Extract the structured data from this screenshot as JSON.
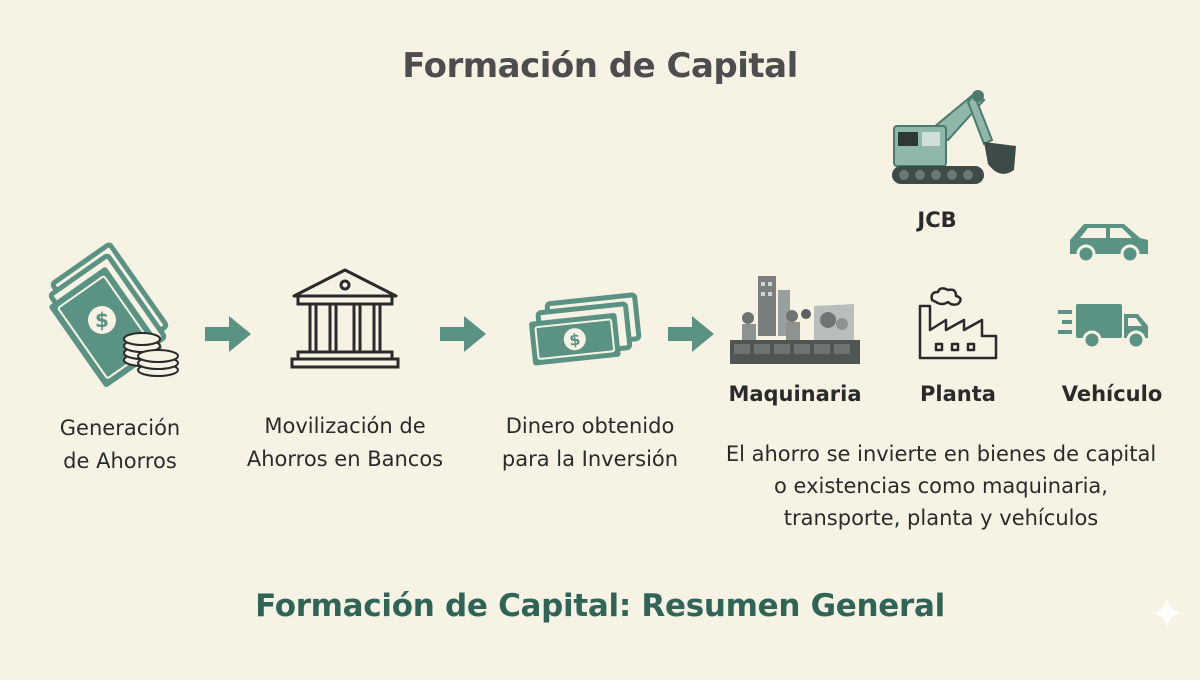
{
  "title": "Formación de Capital",
  "subtitle": "Formación de Capital: Resumen General",
  "steps": [
    {
      "line1": "Generación",
      "line2": "de Ahorros",
      "icon": "money-stack-coins-icon"
    },
    {
      "line1": "Movilización de",
      "line2": "Ahorros en Bancos",
      "icon": "bank-icon"
    },
    {
      "line1": "Dinero obtenido",
      "line2": "para la Inversión",
      "icon": "banknotes-icon"
    }
  ],
  "assets": {
    "jcb_label": "JCB",
    "maquinaria_label": "Maquinaria",
    "planta_label": "Planta",
    "vehiculo_label": "Vehículo"
  },
  "description": {
    "line1": "El ahorro se invierte en bienes de capital",
    "line2": "o existencias como maquinaria,",
    "line3": "transporte, planta y vehículos"
  },
  "colors": {
    "accent": "#5a9384",
    "dark_accent": "#2f6456",
    "background": "#f7f3e4",
    "title": "#4d4d4d"
  }
}
